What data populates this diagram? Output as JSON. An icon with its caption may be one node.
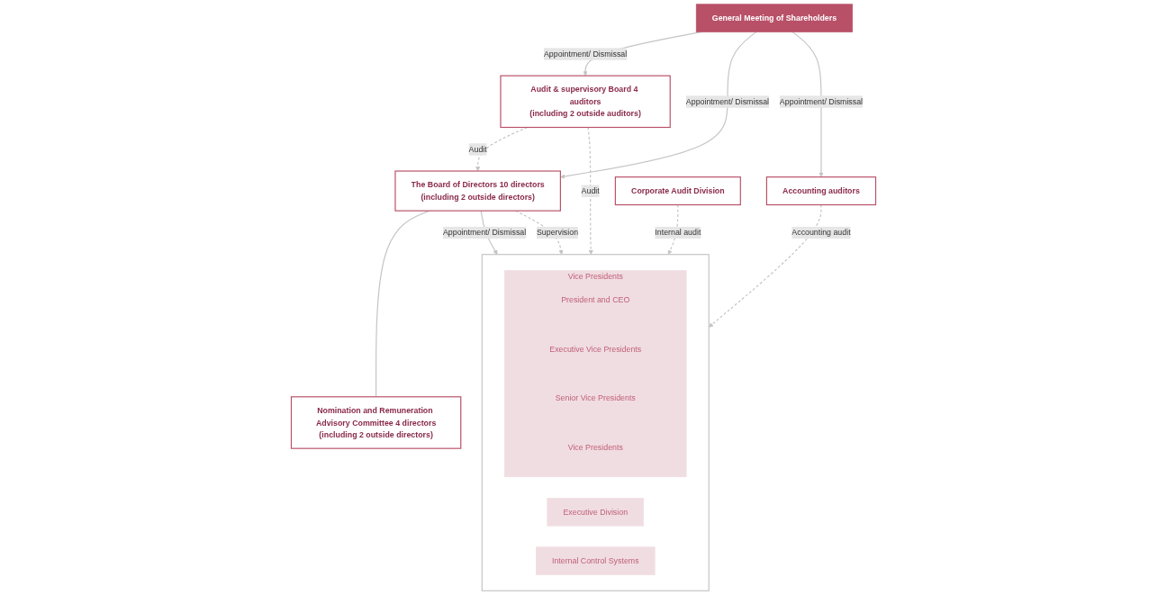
{
  "diagram": {
    "nodes": [
      {
        "text": [
          "General Meeting of Shareholders"
        ]
      },
      {
        "text": [
          "Audit & supervisory Board 4 auditors",
          "(including 2 outside auditors)"
        ]
      },
      {
        "text": [
          "The Board of Directors 10 directors",
          "(including 2 outside directors)"
        ]
      },
      {
        "text": [
          "Accounting auditors"
        ]
      },
      {
        "text": [
          "Nomination and Remuneration Advisory Committee 4 directors",
          "(including 2 outside directors)"
        ]
      },
      {
        "text": [],
        "shape": "box"
      },
      {
        "text": [
          "Vice Presidents"
        ],
        "in": 5
      },
      {
        "text": [
          "President and CEO"
        ],
        "in": 6
      },
      {
        "text": [
          "Executive Vice Presidents"
        ],
        "in": 6
      },
      {
        "text": [
          "Senior Vice Presidents"
        ],
        "in": 6
      },
      {
        "text": [
          "Vice Presidents"
        ],
        "in": 6
      },
      {
        "text": [
          "Executive Division"
        ],
        "in": 5
      },
      {
        "text": [
          "Internal Control Systems"
        ],
        "in": 5
      },
      {
        "text": [
          "Corporate Audit Division"
        ]
      }
    ],
    "edges": [
      {
        "from": 0,
        "to": 1,
        "arrow": "to",
        "label": "Appointment/ Dismissal"
      },
      {
        "from": 0,
        "to": 2,
        "arrow": "to",
        "label": "Appointment/ Dismissal"
      },
      {
        "from": 0,
        "to": 3,
        "arrow": "to",
        "label": "Appointment/ Dismissal"
      },
      {
        "from": 1,
        "to": 2,
        "arrow": "to",
        "label": "Audit",
        "style": "dashed"
      },
      {
        "from": 1,
        "to": 5,
        "arrow": "to",
        "label": "Audit",
        "style": "dashed"
      },
      {
        "from": 2,
        "to": 4,
        "arrow": "none"
      },
      {
        "from": 2,
        "to": 5,
        "arrow": "to",
        "label": "Appointment/ Dismissal"
      },
      {
        "from": 2,
        "to": 5,
        "arrow": "to",
        "label": "Supervision",
        "style": "dashed"
      },
      {
        "from": 3,
        "to": 5,
        "arrow": "to",
        "label": "Accounting audit",
        "style": "dashed"
      },
      {
        "from": 13,
        "to": 5,
        "arrow": "to",
        "label": "Internal audit",
        "style": "dashed"
      }
    ]
  }
}
